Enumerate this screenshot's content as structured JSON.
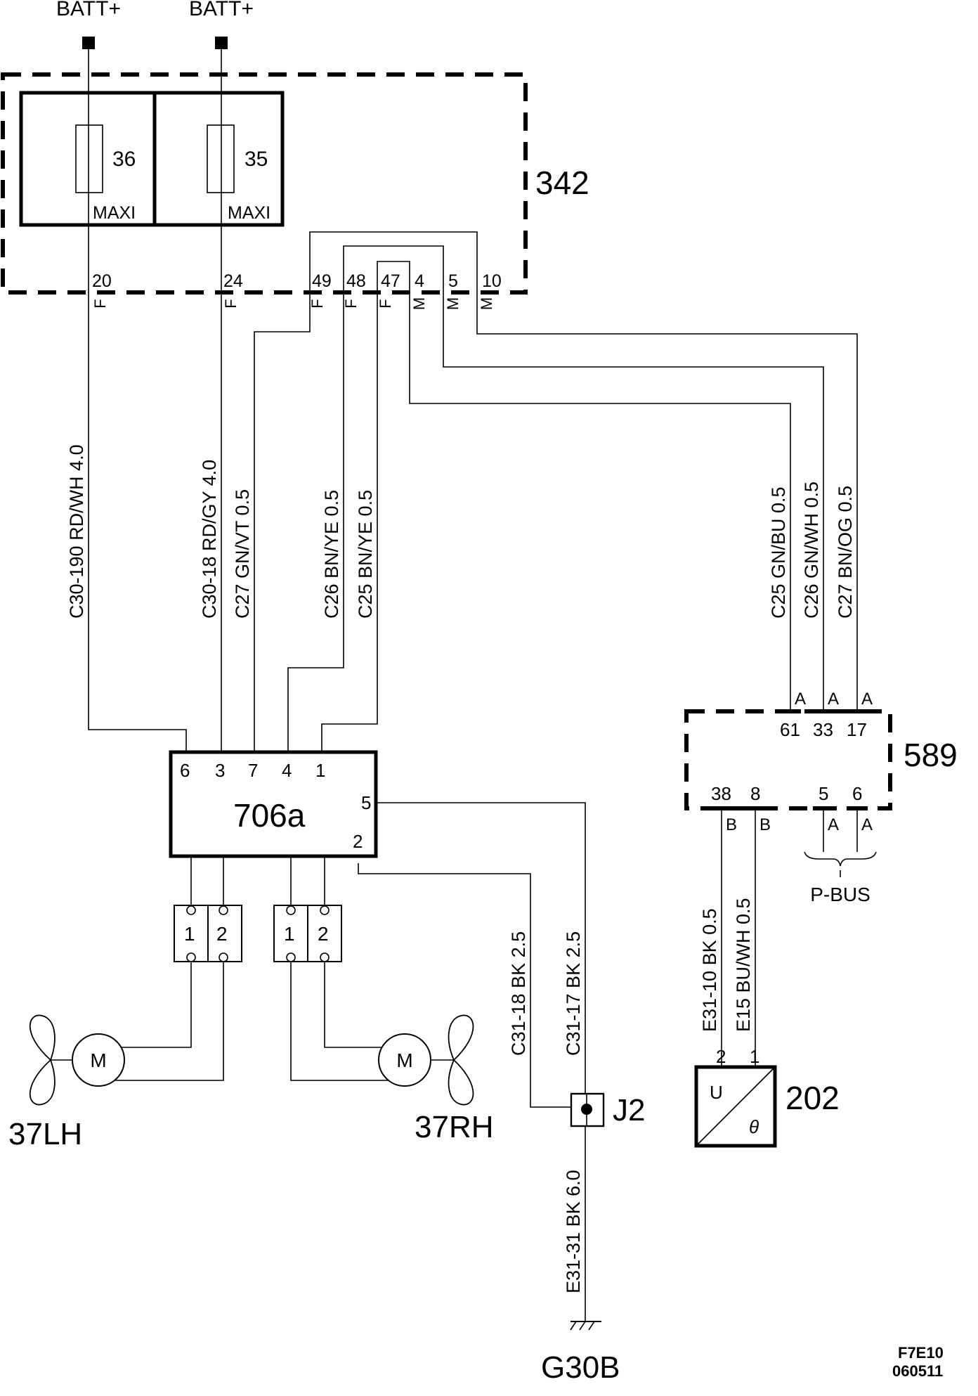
{
  "supply": {
    "batt_left": "BATT+",
    "batt_right": "BATT+"
  },
  "fusebox": {
    "id": "342",
    "fuses": [
      {
        "number": "36",
        "type": "MAXI"
      },
      {
        "number": "35",
        "type": "MAXI"
      }
    ],
    "pins": [
      "20",
      "24",
      "49",
      "48",
      "47",
      "4",
      "5",
      "10"
    ],
    "pin_codes": [
      "F",
      "F",
      "F",
      "F",
      "F",
      "M",
      "M",
      "M"
    ]
  },
  "wires": {
    "c30_190": "C30-190  RD/WH  4.0",
    "c30_18": "C30-18  RD/GY  4.0",
    "c27_left": "C27  GN/VT  0.5",
    "c26_left": "C26  BN/YE  0.5",
    "c25_left": "C25  BN/YE  0.5",
    "c25_right": "C25  GN/BU  0.5",
    "c26_right": "C26  GN/WH  0.5",
    "c27_right": "C27  BN/OG  0.5",
    "c31_18": "C31-18  BK  2.5",
    "c31_17": "C31-17  BK  2.5",
    "e31_31": "E31-31  BK  6.0",
    "e31_10": "E31-10  BK  0.5",
    "e15": "E15  BU/WH  0.5"
  },
  "relay_module": {
    "id": "706a",
    "pins_top": [
      "6",
      "3",
      "7",
      "4",
      "1"
    ],
    "pin_right_a": "5",
    "pin_right_b": "2"
  },
  "connectors": {
    "left": [
      "1",
      "2"
    ],
    "right": [
      "1",
      "2"
    ]
  },
  "motors": {
    "motor_symbol": "M",
    "left_label": "37LH",
    "right_label": "37RH"
  },
  "junction": "J2",
  "ground": "G30B",
  "module_589": {
    "id": "589",
    "pins_top": [
      "61",
      "33",
      "17"
    ],
    "pins_top_codes": [
      "A",
      "A",
      "A"
    ],
    "pins_bottom": [
      "38",
      "8",
      "5",
      "6"
    ],
    "pins_bottom_codes": [
      "B",
      "B",
      "A",
      "A"
    ],
    "bus_label": "P-BUS"
  },
  "sensor": {
    "id": "202",
    "pins": [
      "2",
      "1"
    ],
    "symbol_u": "U",
    "symbol_theta": "θ"
  },
  "footer": {
    "code": "F7E10",
    "date": "060511"
  }
}
